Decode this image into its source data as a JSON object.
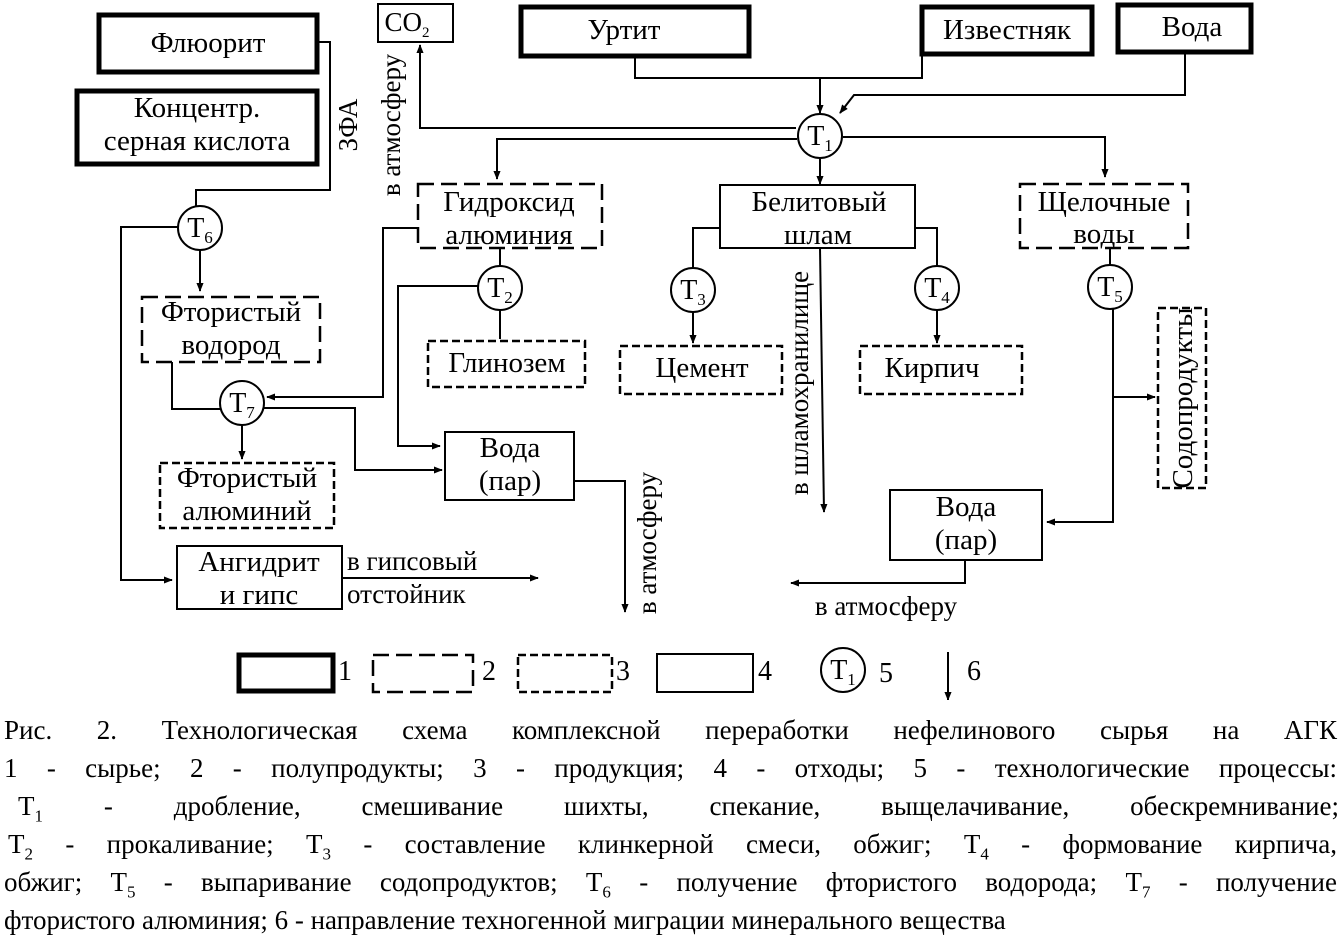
{
  "nodes": {
    "fluorite": "Флюорит",
    "acid_line1": "Концентр.",
    "acid_line2": "серная кислота",
    "co2": "CO",
    "co2_sub": "2",
    "urtite": "Уртит",
    "limestone": "Известняк",
    "water_top": "Вода",
    "aloh_line1": "Гидроксид",
    "aloh_line2": "алюминия",
    "belite_line1": "Белитовый",
    "belite_line2": "шлам",
    "alkali_line1": "Щелочные",
    "alkali_line2": "воды",
    "hf_line1": "Фтористый",
    "hf_line2": "водород",
    "alumina": "Глинозем",
    "cement": "Цемент",
    "brick": "Кирпич",
    "soda": "Содопродукты",
    "alf_line1": "Фтористый",
    "alf_line2": "алюминий",
    "steam1_line1": "Вода",
    "steam1_line2": "(пар)",
    "steam2_line1": "Вода",
    "steam2_line2": "(пар)",
    "anhydrite_line1": "Ангидрит",
    "anhydrite_line2": "и гипс"
  },
  "processes": {
    "t1": {
      "letter": "Т",
      "sub": "1"
    },
    "t2": {
      "letter": "Т",
      "sub": "2"
    },
    "t3": {
      "letter": "Т",
      "sub": "3"
    },
    "t4": {
      "letter": "Т",
      "sub": "4"
    },
    "t5": {
      "letter": "Т",
      "sub": "5"
    },
    "t6": {
      "letter": "Т",
      "sub": "6"
    },
    "t7": {
      "letter": "Т",
      "sub": "7"
    }
  },
  "labels": {
    "zfa": "ЗФА",
    "to_atm_co2": "в атмосферу",
    "to_atm_steam1": "в атмосферу",
    "to_atm_steam2": "в атмосферу",
    "to_sludge": "в шламохранилище",
    "gypsum_line1": "в гипсовый",
    "gypsum_line2": "отстойник"
  },
  "legend": {
    "n1": "1",
    "n2": "2",
    "n3": "3",
    "n4": "4",
    "n5": "5",
    "n6": "6",
    "t_letter": "Т",
    "t_sub": "1"
  },
  "caption": {
    "line1": "Рис. 2. Технологическая схема  комплексной переработки нефелинового сырья на АГК",
    "line2": "1 - сырье; 2 - полупродукты; 3 - продукция; 4 - отходы; 5 - технологические процессы:",
    "line3": {
      "t": "Т",
      "s": "1",
      "rest": " - дробление, смешивание шихты, спекание, выщелачивание, обескремнивание;"
    },
    "line4": {
      "t1": "Т",
      "s1": "2",
      "r1": " - прокаливание; ",
      "t2": "Т",
      "s2": "3",
      "r2": " - составление клинкерной смеси, обжиг; ",
      "t3": "Т",
      "s3": "4",
      "r3": " - формование кирпича,"
    },
    "line5": {
      "r0": "обжиг; ",
      "t1": "Т",
      "s1": "5",
      "r1": " - выпаривание содопродуктов; ",
      "t2": "Т",
      "s2": "6",
      "r2": " - получение фтористого водорода; ",
      "t3": "Т",
      "s3": "7",
      "r3": " - получение"
    },
    "line6": "фтористого алюминия; 6 - направление техногенной миграции  минерального вещества"
  }
}
